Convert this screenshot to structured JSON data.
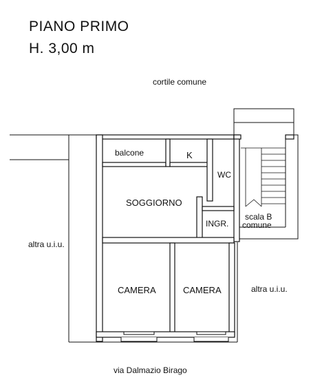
{
  "header": {
    "title": "PIANO PRIMO",
    "height": "H. 3,00 m"
  },
  "plan": {
    "courtyard": "cortile comune",
    "neighbor_left": "altra u.i.u.",
    "neighbor_right": "altra u.i.u.",
    "street": "via Dalmazio Birago",
    "rooms": {
      "balcony": "balcone",
      "kitchen": "K",
      "wc": "WC",
      "living": "SOGGIORNO",
      "entrance": "INGR.",
      "stair_line1": "scala B",
      "stair_line2": "comune",
      "bedroom_left": "CAMERA",
      "bedroom_right": "CAMERA"
    }
  },
  "colors": {
    "wall": "#111111",
    "wall_fill": "#ffffff",
    "background": "#ffffff"
  }
}
